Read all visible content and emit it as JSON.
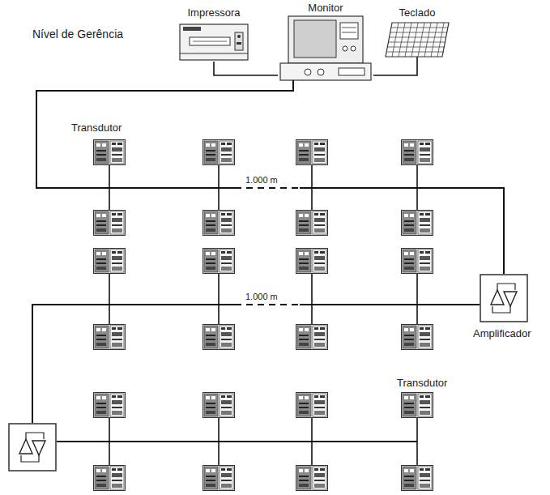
{
  "diagram": {
    "nodes": [
      {
        "text": [
          "Impressora"
        ]
      },
      {
        "text": [
          "Monitor"
        ]
      },
      {
        "text": [
          "Teclado"
        ]
      }
    ],
    "edges": [
      {
        "from": 0,
        "to": 1,
        "arrow": "none"
      },
      {
        "from": 1,
        "to": 2,
        "arrow": "none"
      }
    ],
    "labels": [
      "Nível de Gerência",
      "Transdutor",
      "1.000 m",
      "1.000 m",
      "Amplificador",
      "Transdutor"
    ]
  }
}
